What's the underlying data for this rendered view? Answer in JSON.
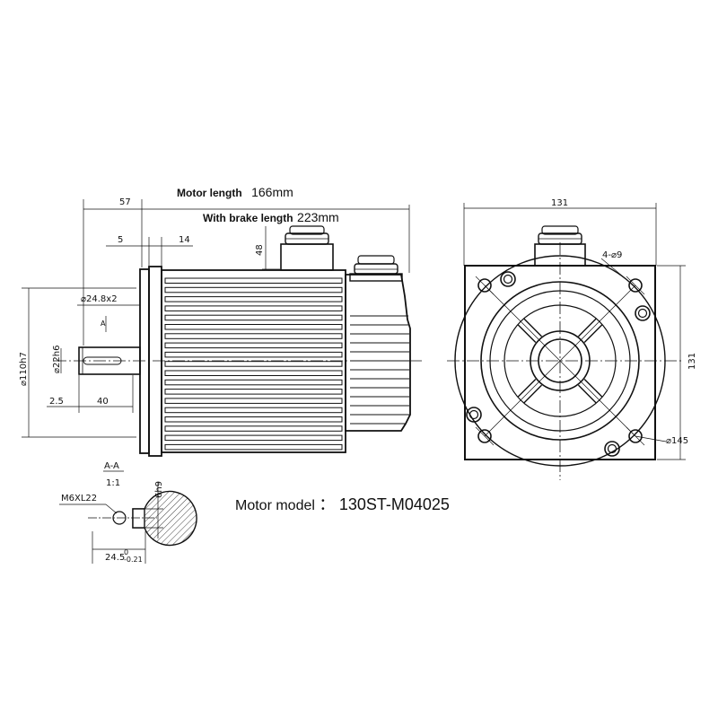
{
  "labels": {
    "motor_length_label": "Motor length",
    "motor_length_value": "166mm",
    "brake_length_label": "With brake length",
    "brake_length_value": "223mm",
    "model_label": "Motor model",
    "model_sep": "：",
    "model_value": "130ST-M04025",
    "section_title": "A-A",
    "section_scale": "1:1",
    "section_mark": "A"
  },
  "dimensions": {
    "d57": "57",
    "d5": "5",
    "d14": "14",
    "d48": "48",
    "d24_8x2": "⌀24.8x2",
    "d22h6": "⌀22h6",
    "d110h7": "⌀110h7",
    "d2_5": "2.5",
    "d40": "40",
    "d131_top": "131",
    "d131_side": "131",
    "holes": "4-⌀9",
    "d145": "⌀145",
    "m6": "M6XL22",
    "d6h9": "6h9",
    "d24_5": "24.5",
    "tol_hi": "0",
    "tol_lo": "-0.21"
  }
}
